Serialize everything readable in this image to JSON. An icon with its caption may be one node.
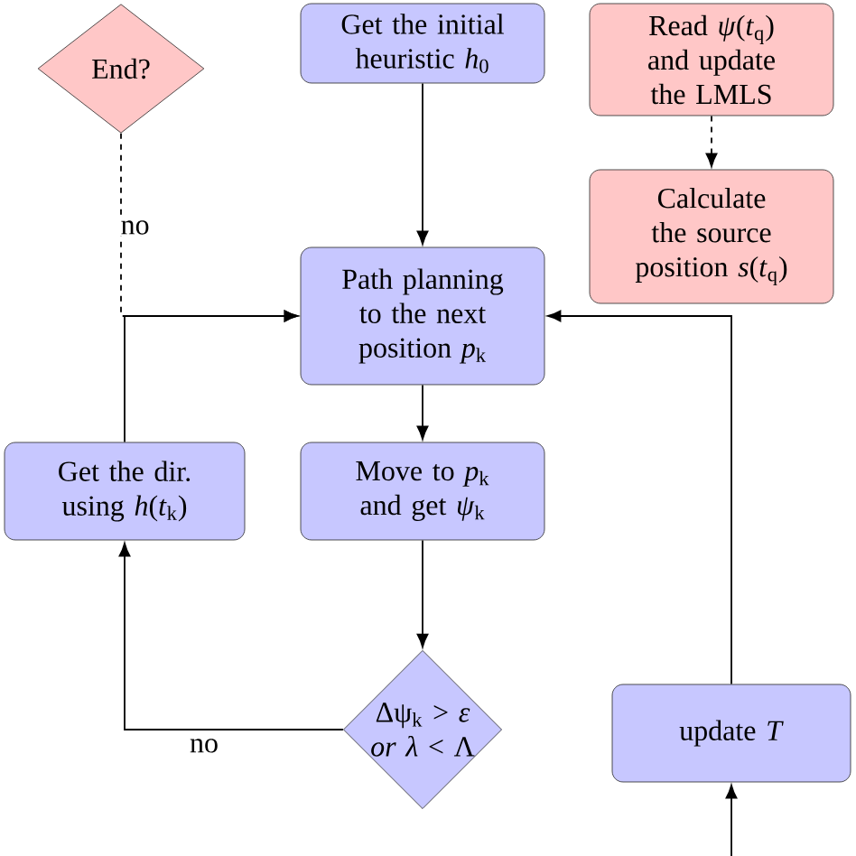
{
  "diagram": {
    "nodes": [
      {
        "text": [
          "End?"
        ]
      },
      {
        "text": [
          "Get the initial heuristic *h*$_{0}$"
        ]
      },
      {
        "text": [
          "Read *ψ*(*t*$_{q}$) and update the LMLS"
        ]
      },
      {
        "text": [
          "Calculate the source position *s*(*t*$_{q}$)"
        ]
      },
      {
        "text": [
          "Path planning to the next position *p*$_{k}$"
        ]
      },
      {
        "text": [
          "Get the dir. using *h*(*t*$_{k}$)"
        ]
      },
      {
        "text": [
          "Move to *p*$_{k}$ and get *ψ*$_{k}$"
        ]
      },
      {
        "text": [
          "Δψ$_{k}$ > *ε* *or* *λ* < Λ"
        ]
      },
      {
        "text": [
          "update *T*"
        ]
      }
    ],
    "edges": [
      {
        "from": 0,
        "to": 4,
        "arrow": "to",
        "style": "dashed",
        "label": "no"
      },
      {
        "from": 1,
        "to": 4,
        "arrow": "to"
      },
      {
        "from": 2,
        "to": 3,
        "arrow": "to",
        "style": "dashed"
      },
      {
        "from": 4,
        "to": 6,
        "arrow": "to"
      },
      {
        "from": 6,
        "to": 7,
        "arrow": "to"
      },
      {
        "from": 7,
        "to": 5,
        "arrow": "to",
        "label": "no"
      },
      {
        "from": 5,
        "to": 4,
        "arrow": "to"
      },
      {
        "from": 8,
        "to": 4,
        "arrow": "to"
      },
      {
        "from": null,
        "to": 8,
        "arrow": "to"
      }
    ]
  }
}
